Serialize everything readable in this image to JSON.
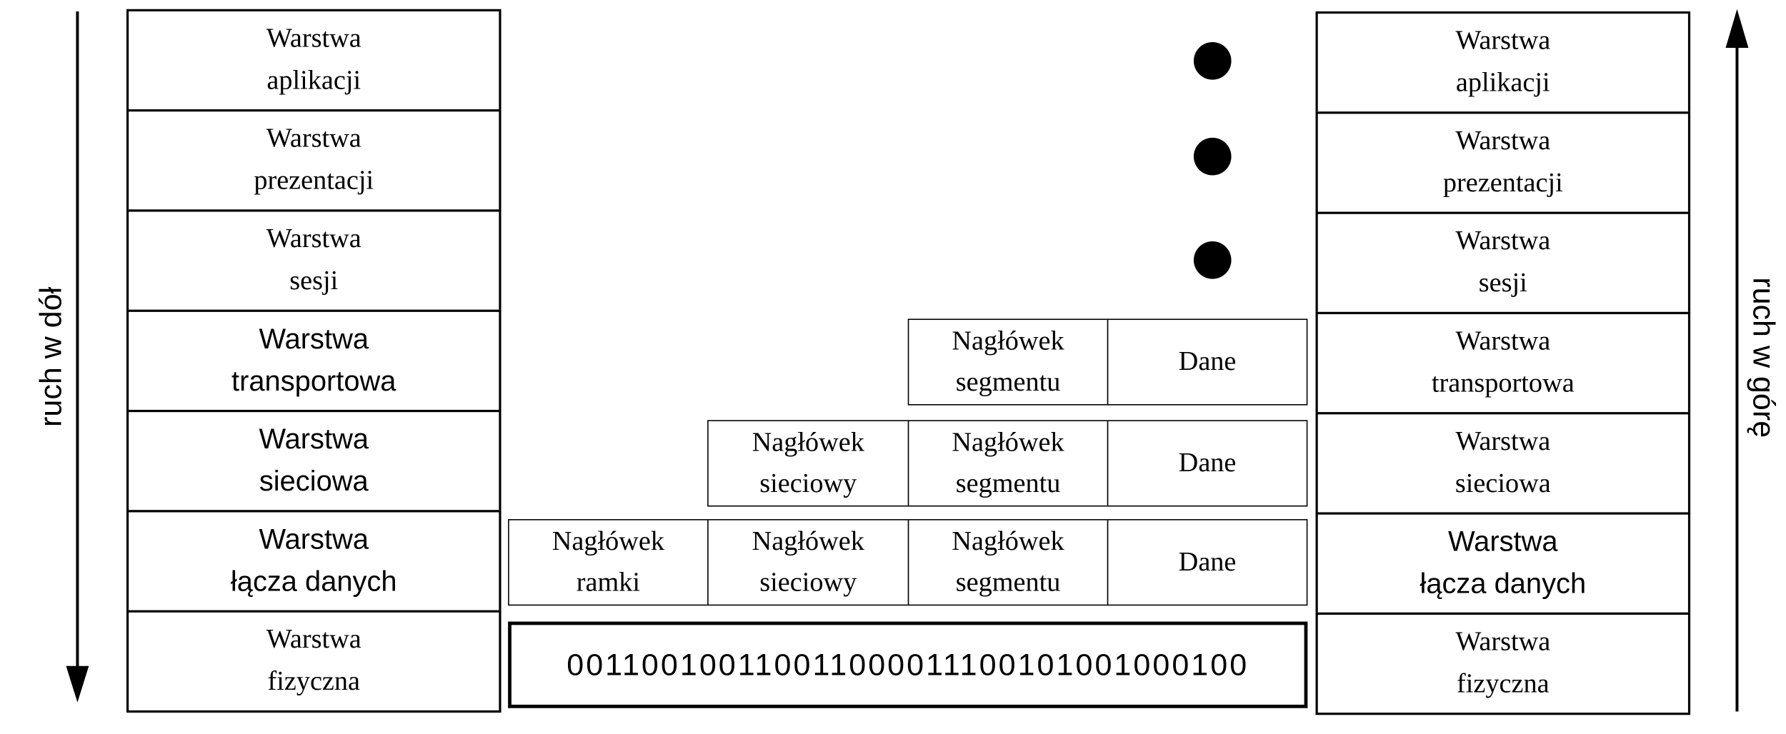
{
  "left_stack": {
    "direction_label": "ruch w dół",
    "layers": [
      {
        "line1": "Warstwa",
        "line2": "aplikacji"
      },
      {
        "line1": "Warstwa",
        "line2": "prezentacji"
      },
      {
        "line1": "Warstwa",
        "line2": "sesji"
      },
      {
        "line1": "Warstwa",
        "line2": "transportowa"
      },
      {
        "line1": "Warstwa",
        "line2": "sieciowa"
      },
      {
        "line1": "Warstwa",
        "line2": "łącza danych"
      },
      {
        "line1": "Warstwa",
        "line2": "fizyczna"
      }
    ]
  },
  "right_stack": {
    "direction_label": "ruch w górę",
    "layers": [
      {
        "line1": "Warstwa",
        "line2": "aplikacji"
      },
      {
        "line1": "Warstwa",
        "line2": "prezentacji"
      },
      {
        "line1": "Warstwa",
        "line2": "sesji"
      },
      {
        "line1": "Warstwa",
        "line2": "transportowa"
      },
      {
        "line1": "Warstwa",
        "line2": "sieciowa"
      },
      {
        "line1": "Warstwa",
        "line2": "łącza danych"
      },
      {
        "line1": "Warstwa",
        "line2": "fizyczna"
      }
    ]
  },
  "encapsulation": {
    "transport": [
      {
        "line1": "Nagłówek",
        "line2": "segmentu"
      },
      {
        "line1": "Dane",
        "line2": ""
      }
    ],
    "network": [
      {
        "line1": "Nagłówek",
        "line2": "sieciowy"
      },
      {
        "line1": "Nagłówek",
        "line2": "segmentu"
      },
      {
        "line1": "Dane",
        "line2": ""
      }
    ],
    "datalink": [
      {
        "line1": "Nagłówek",
        "line2": "ramki"
      },
      {
        "line1": "Nagłówek",
        "line2": "sieciowy"
      },
      {
        "line1": "Nagłówek",
        "line2": "segmentu"
      },
      {
        "line1": "Dane",
        "line2": ""
      }
    ],
    "physical_bits": "001100100110011000011100101001000100"
  },
  "ellipsis_dots": 3
}
